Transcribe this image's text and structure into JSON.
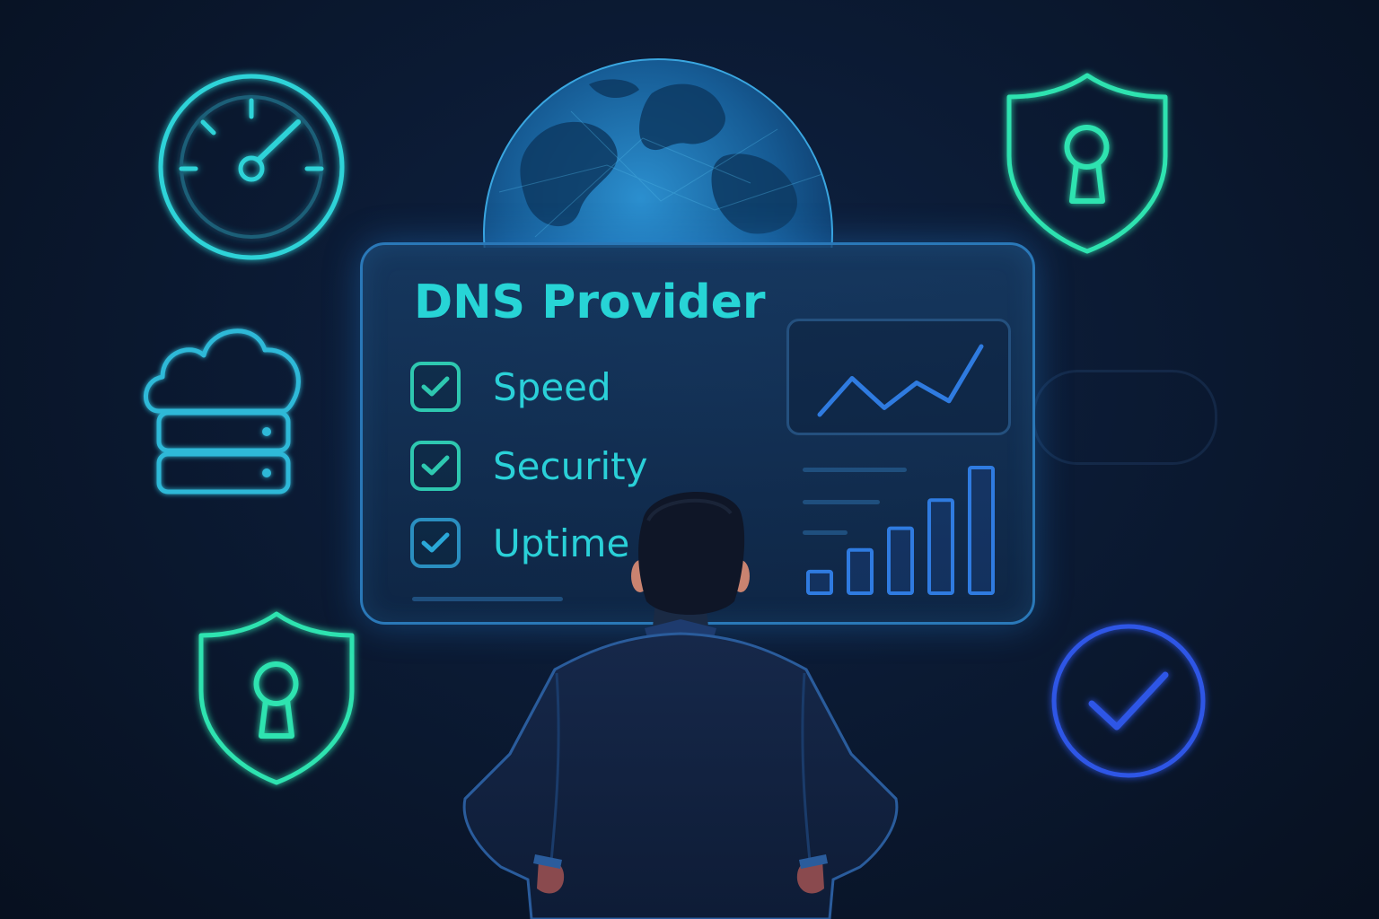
{
  "panel": {
    "title": "DNS Provider",
    "checklist": [
      {
        "label": "Speed",
        "checked": true
      },
      {
        "label": "Security",
        "checked": true
      },
      {
        "label": "Uptime",
        "checked": true
      }
    ]
  },
  "charts": {
    "trend_line": {
      "type": "line",
      "values": [
        1,
        2.6,
        1.3,
        2.4,
        1.6,
        4
      ]
    },
    "bar_chart": {
      "type": "bar",
      "values": [
        1,
        2,
        3,
        4.3,
        5.8
      ]
    }
  },
  "icons": [
    "speedometer-icon",
    "cloud-server-icon",
    "shield-lock-icon",
    "globe-icon",
    "check-circle-icon",
    "person-figure"
  ],
  "colors": {
    "background": "#0b1a33",
    "accent_teal": "#27d4d6",
    "accent_green": "#2ee3b0",
    "accent_blue": "#2f7be0",
    "panel_border": "#2a78b8"
  }
}
